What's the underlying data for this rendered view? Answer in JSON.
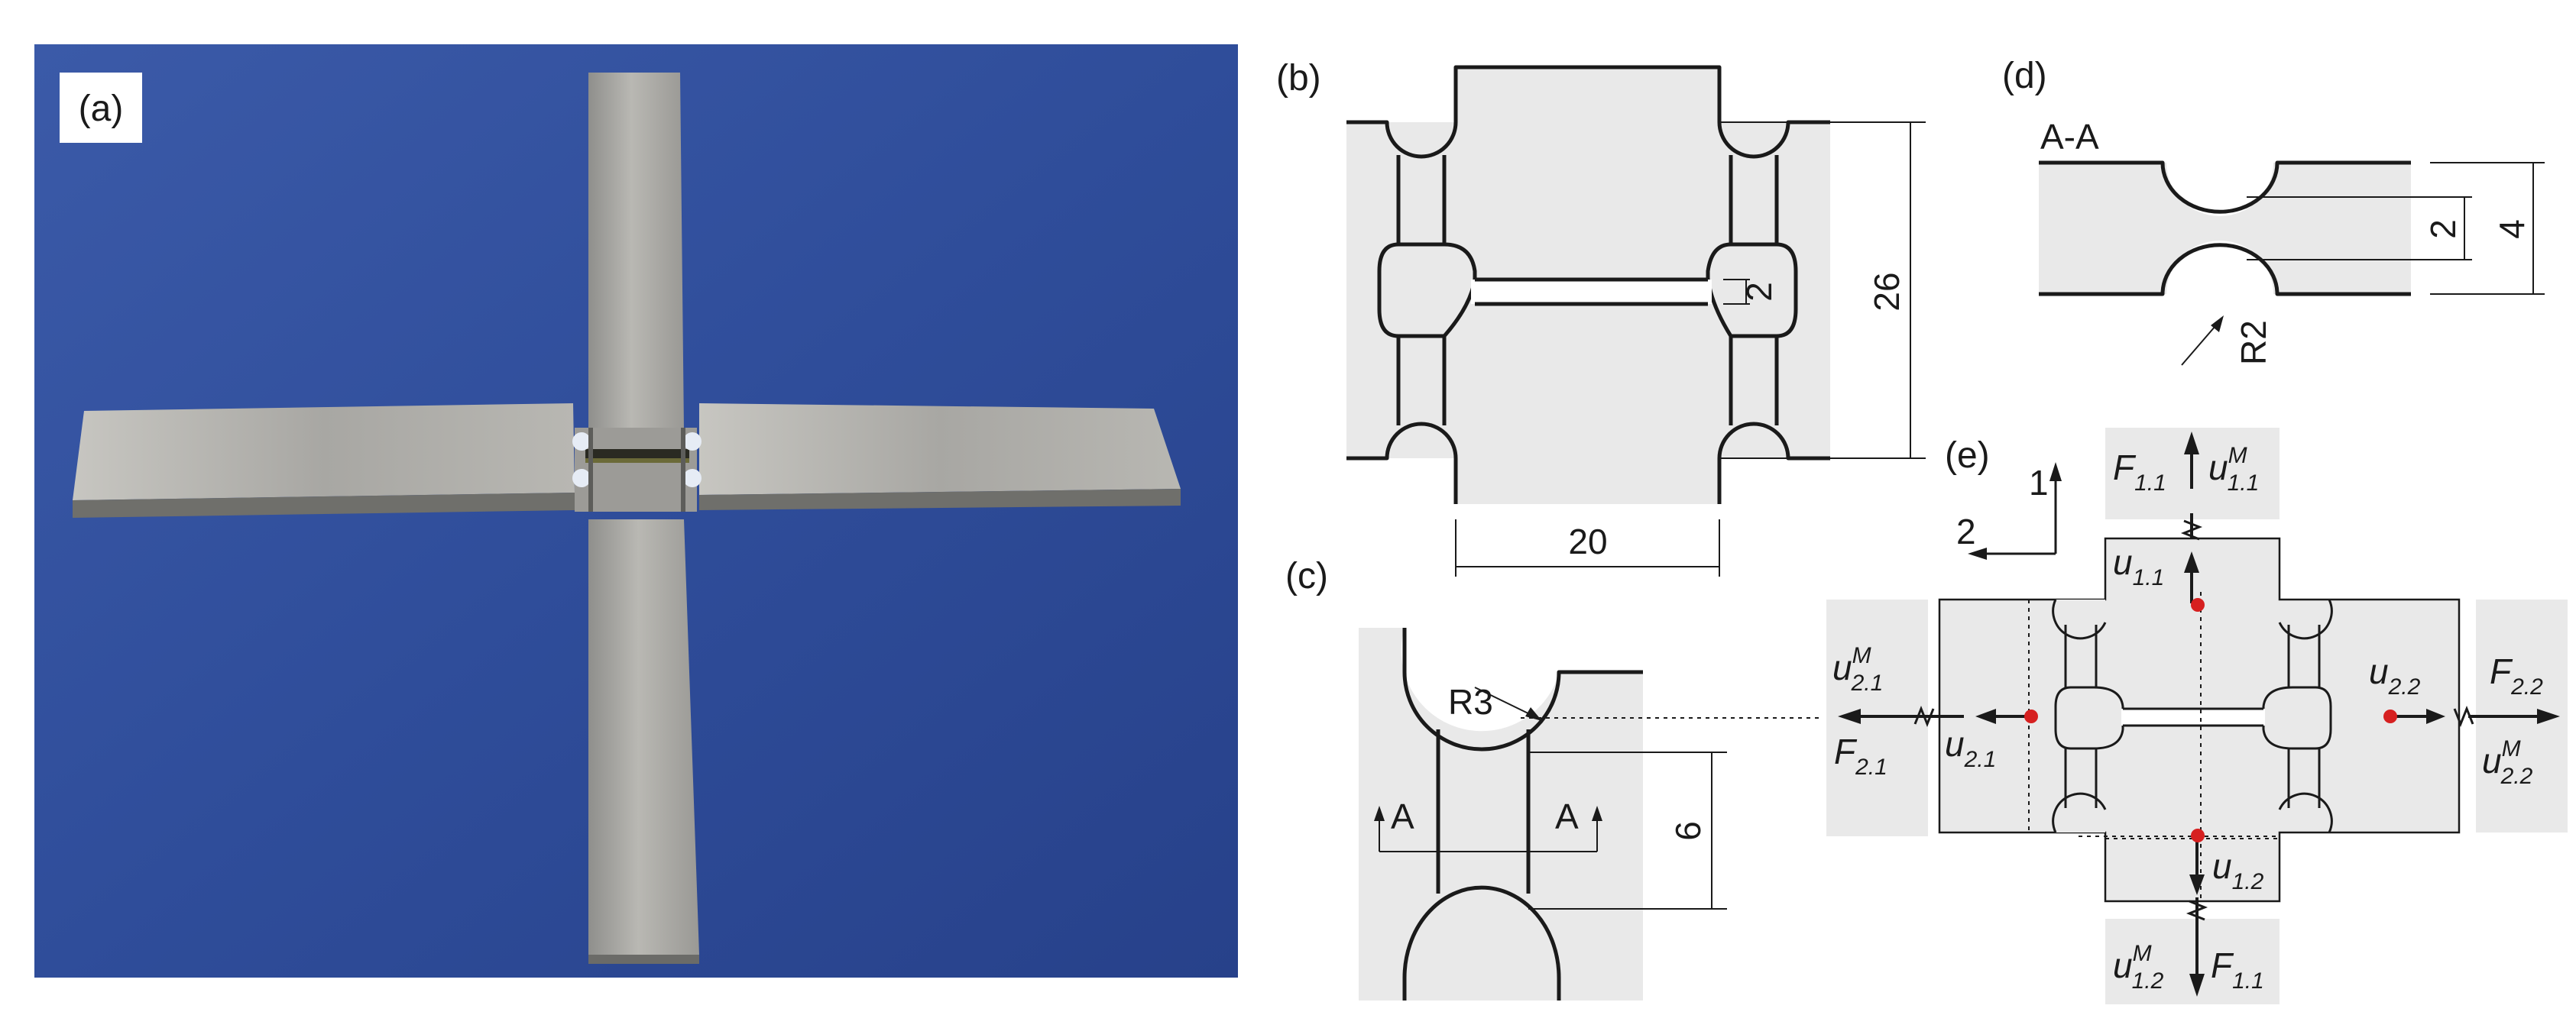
{
  "panels": {
    "a": {
      "label": "(a)"
    },
    "b": {
      "label": "(b)",
      "dim_gap": "2",
      "dim_height": "26",
      "dim_width": "20"
    },
    "c": {
      "label": "(c)",
      "radius": "R3",
      "section_left": "A",
      "section_right": "A",
      "dim_length": "6"
    },
    "d": {
      "label": "(d)",
      "section": "A-A",
      "dim_inner": "2",
      "dim_outer": "4",
      "radius": "R2"
    },
    "e": {
      "label": "(e)",
      "axis_1": "1",
      "axis_2": "2",
      "top": {
        "F": "F",
        "F_sub": "1.1",
        "uM": "u",
        "uM_sup": "M",
        "uM_sub": "1.1",
        "u": "u",
        "u_sub": "1.1"
      },
      "bottom": {
        "F": "F",
        "F_sub": "1.1",
        "uM": "u",
        "uM_sup": "M",
        "uM_sub": "1.2",
        "u": "u",
        "u_sub": "1.2"
      },
      "left": {
        "F": "F",
        "F_sub": "2.1",
        "uM": "u",
        "uM_sup": "M",
        "uM_sub": "2.1",
        "u": "u",
        "u_sub": "2.1"
      },
      "right": {
        "F": "F",
        "F_sub": "2.2",
        "uM": "u",
        "uM_sup": "M",
        "uM_sub": "2.2",
        "u": "u",
        "u_sub": "2.2"
      }
    }
  },
  "colors": {
    "background": "#2f4d9a",
    "metal": "#a9a9a6",
    "part": "#e9e9e9",
    "line": "#1a1a1a",
    "marker": "#d62020"
  }
}
